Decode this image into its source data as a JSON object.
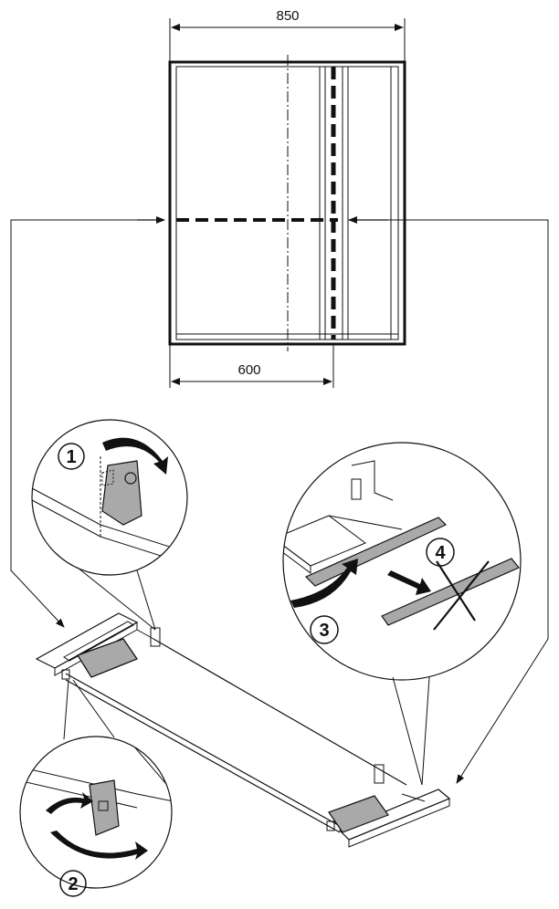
{
  "dimensions": {
    "overall_width": "850",
    "partial_width": "600"
  },
  "steps": {
    "step1": "1",
    "step2": "2",
    "step3": "3",
    "step4": "4"
  },
  "colors": {
    "line": "#111111",
    "part_fill": "#a9a9a9",
    "background": "#ffffff"
  },
  "icons": {
    "rotate_arrow": "curved-arrow-icon",
    "forbidden": "cross-icon",
    "pointer": "arrow-icon"
  }
}
